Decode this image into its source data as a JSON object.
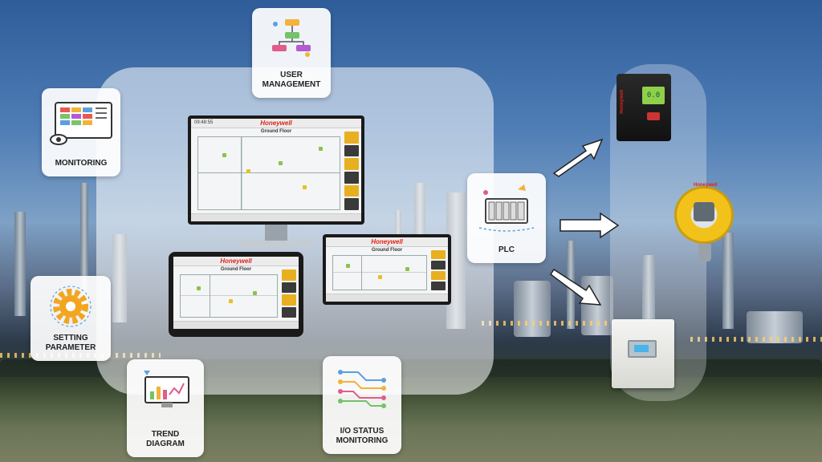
{
  "cards": {
    "user_management": "USER\nMANAGEMENT",
    "monitoring": "MONITORING",
    "setting_parameter": "SETTING\nPARAMETER",
    "trend_diagram": "TREND\nDIAGRAM",
    "io_status_monitoring": "I/O STATUS\nMONITORING",
    "plc": "PLC"
  },
  "devices": {
    "brand": "Honeywell",
    "floor_label": "Ground Floor",
    "monitor_time": "09:48:55",
    "gas_reading": "0.0"
  },
  "colors": {
    "brand_red": "#e1251b",
    "status_green": "#8bc34a",
    "status_yellow": "#e8c020"
  }
}
